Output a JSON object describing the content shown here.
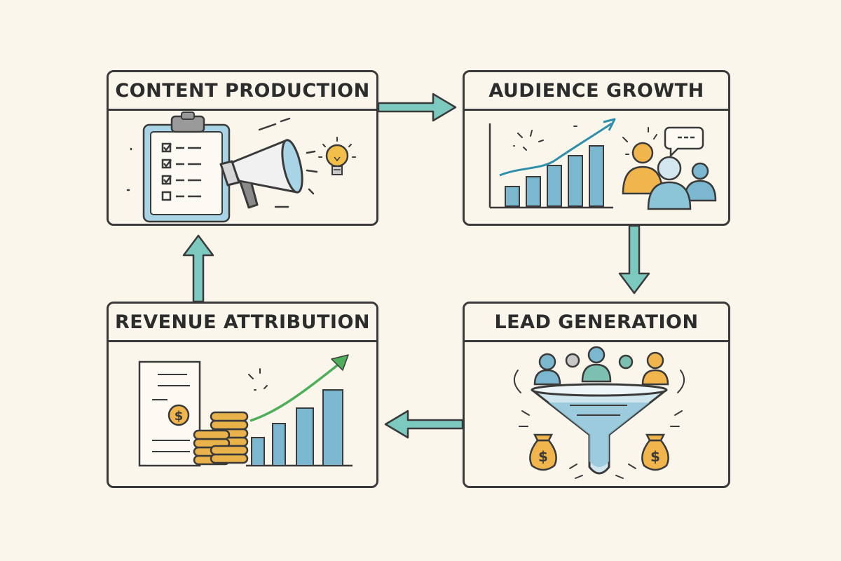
{
  "diagram": {
    "stages": {
      "content": {
        "title": "CONTENT PRODUCTION"
      },
      "audience": {
        "title": "AUDIENCE GROWTH"
      },
      "lead": {
        "title": "LEAD GENERATION"
      },
      "revenue": {
        "title": "REVENUE ATTRIBUTION"
      }
    },
    "icons": {
      "content": [
        "clipboard-checklist-icon",
        "megaphone-icon",
        "lightbulb-icon"
      ],
      "audience": [
        "growth-bar-chart-icon",
        "people-group-icon",
        "speech-bubble-icon"
      ],
      "lead": [
        "people-icon",
        "funnel-icon",
        "money-bag-icon"
      ],
      "revenue": [
        "invoice-document-icon",
        "coin-stack-icon",
        "growth-bar-chart-icon"
      ]
    },
    "colors": {
      "background": "#fbf6ec",
      "outline": "#3a3a3a",
      "arrow_teal": "#7cc9bf",
      "chart_blue": "#7bb8cf",
      "gold": "#e9b24a",
      "green_trend": "#4fae5a"
    }
  }
}
